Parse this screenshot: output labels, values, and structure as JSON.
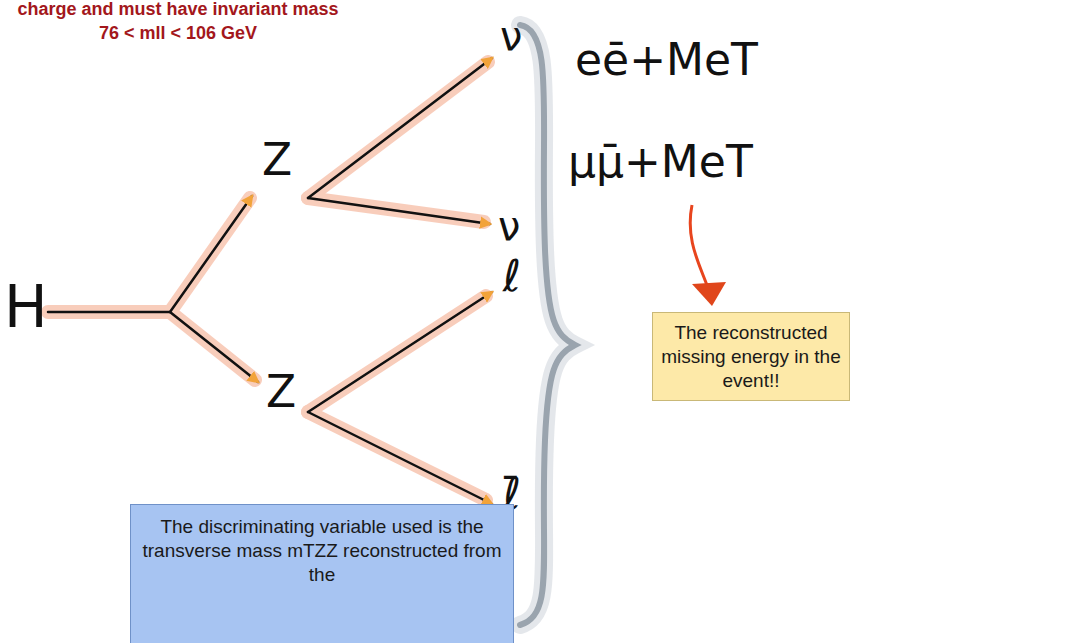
{
  "diagram": {
    "nodes": [
      {
        "text": [
          "The reconstructed missing energy in the event!!"
        ]
      },
      {
        "text": [
          "The discriminating variable used is the transverse mass mTZZ reconstructed from the"
        ]
      }
    ],
    "labels": [
      "charge and must have invariant mass",
      "76 < mll < 106 GeV",
      "H",
      "Z",
      "Z",
      "ν",
      "ν",
      "ℓ",
      "ℓ̄",
      "eē+MeT",
      "μμ̄+MeT"
    ]
  }
}
